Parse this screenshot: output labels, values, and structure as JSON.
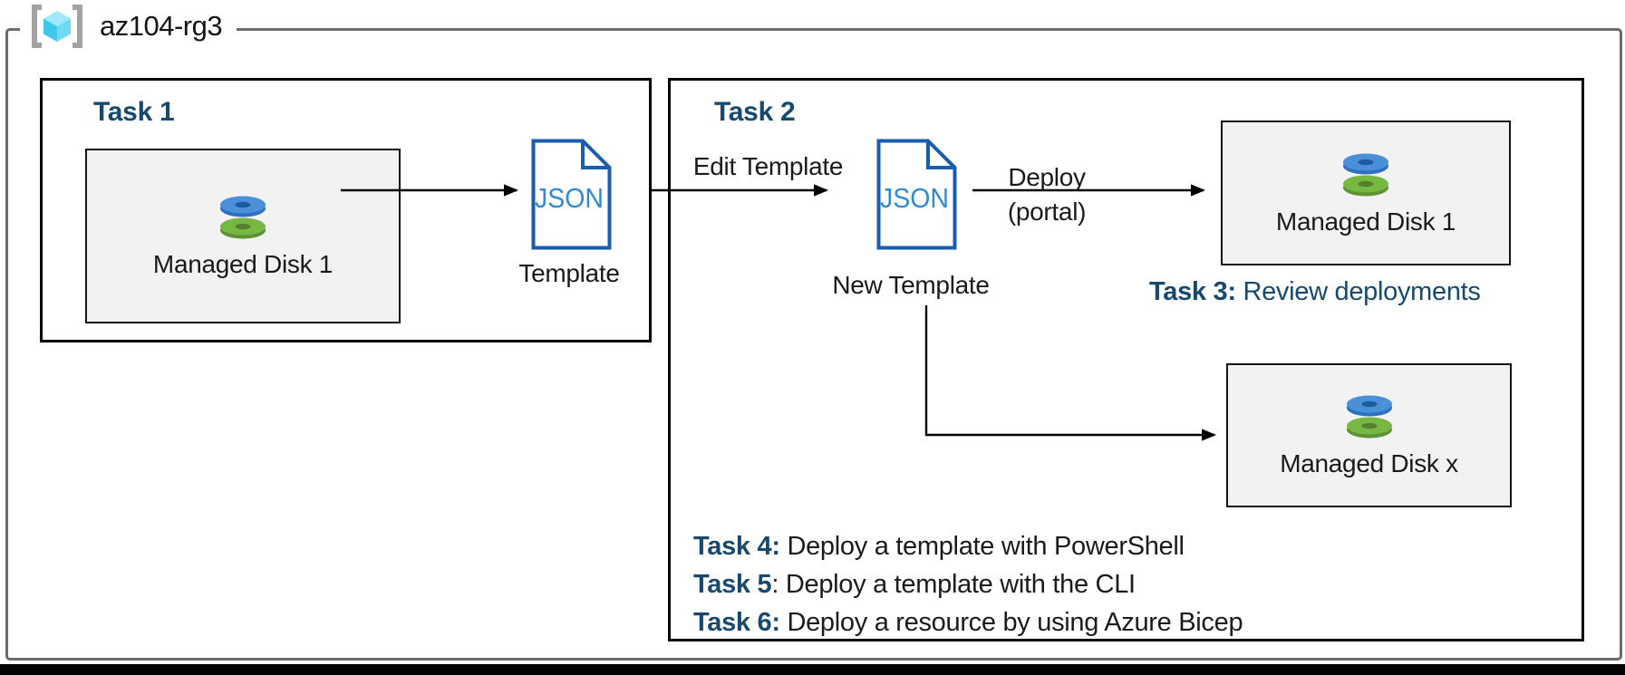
{
  "resource_group": {
    "name": "az104-rg3"
  },
  "colors": {
    "accent_navy": "#17496F",
    "json_border_blue": "#1A5DAD",
    "json_text_blue": "#2F8AD2",
    "disk_blue": "#4A90D9",
    "disk_green": "#77B843",
    "disk_box_gray": "#F2F2F2",
    "boundary_gray": "#6B6B6B"
  },
  "task1": {
    "title": "Task 1",
    "disk_label": "Managed Disk 1",
    "json_label": "JSON",
    "template_label": "Template"
  },
  "task2": {
    "title": "Task 2",
    "edit_arrow_label": "Edit Template",
    "json_label": "JSON",
    "new_template_label": "New Template",
    "deploy_label": "Deploy",
    "deploy_sublabel": "(portal)",
    "disk1_label": "Managed Disk 1",
    "diskx_label": "Managed Disk x"
  },
  "task3": {
    "prefix": "Task 3:",
    "text": " Review deployments"
  },
  "task_list": [
    {
      "prefix": "Task 4:",
      "text": " Deploy a template with PowerShell"
    },
    {
      "prefix": "Task 5",
      "text": ": Deploy a template with the CLI"
    },
    {
      "prefix": "Task 6:",
      "text": " Deploy a resource by using Azure Bicep"
    }
  ]
}
